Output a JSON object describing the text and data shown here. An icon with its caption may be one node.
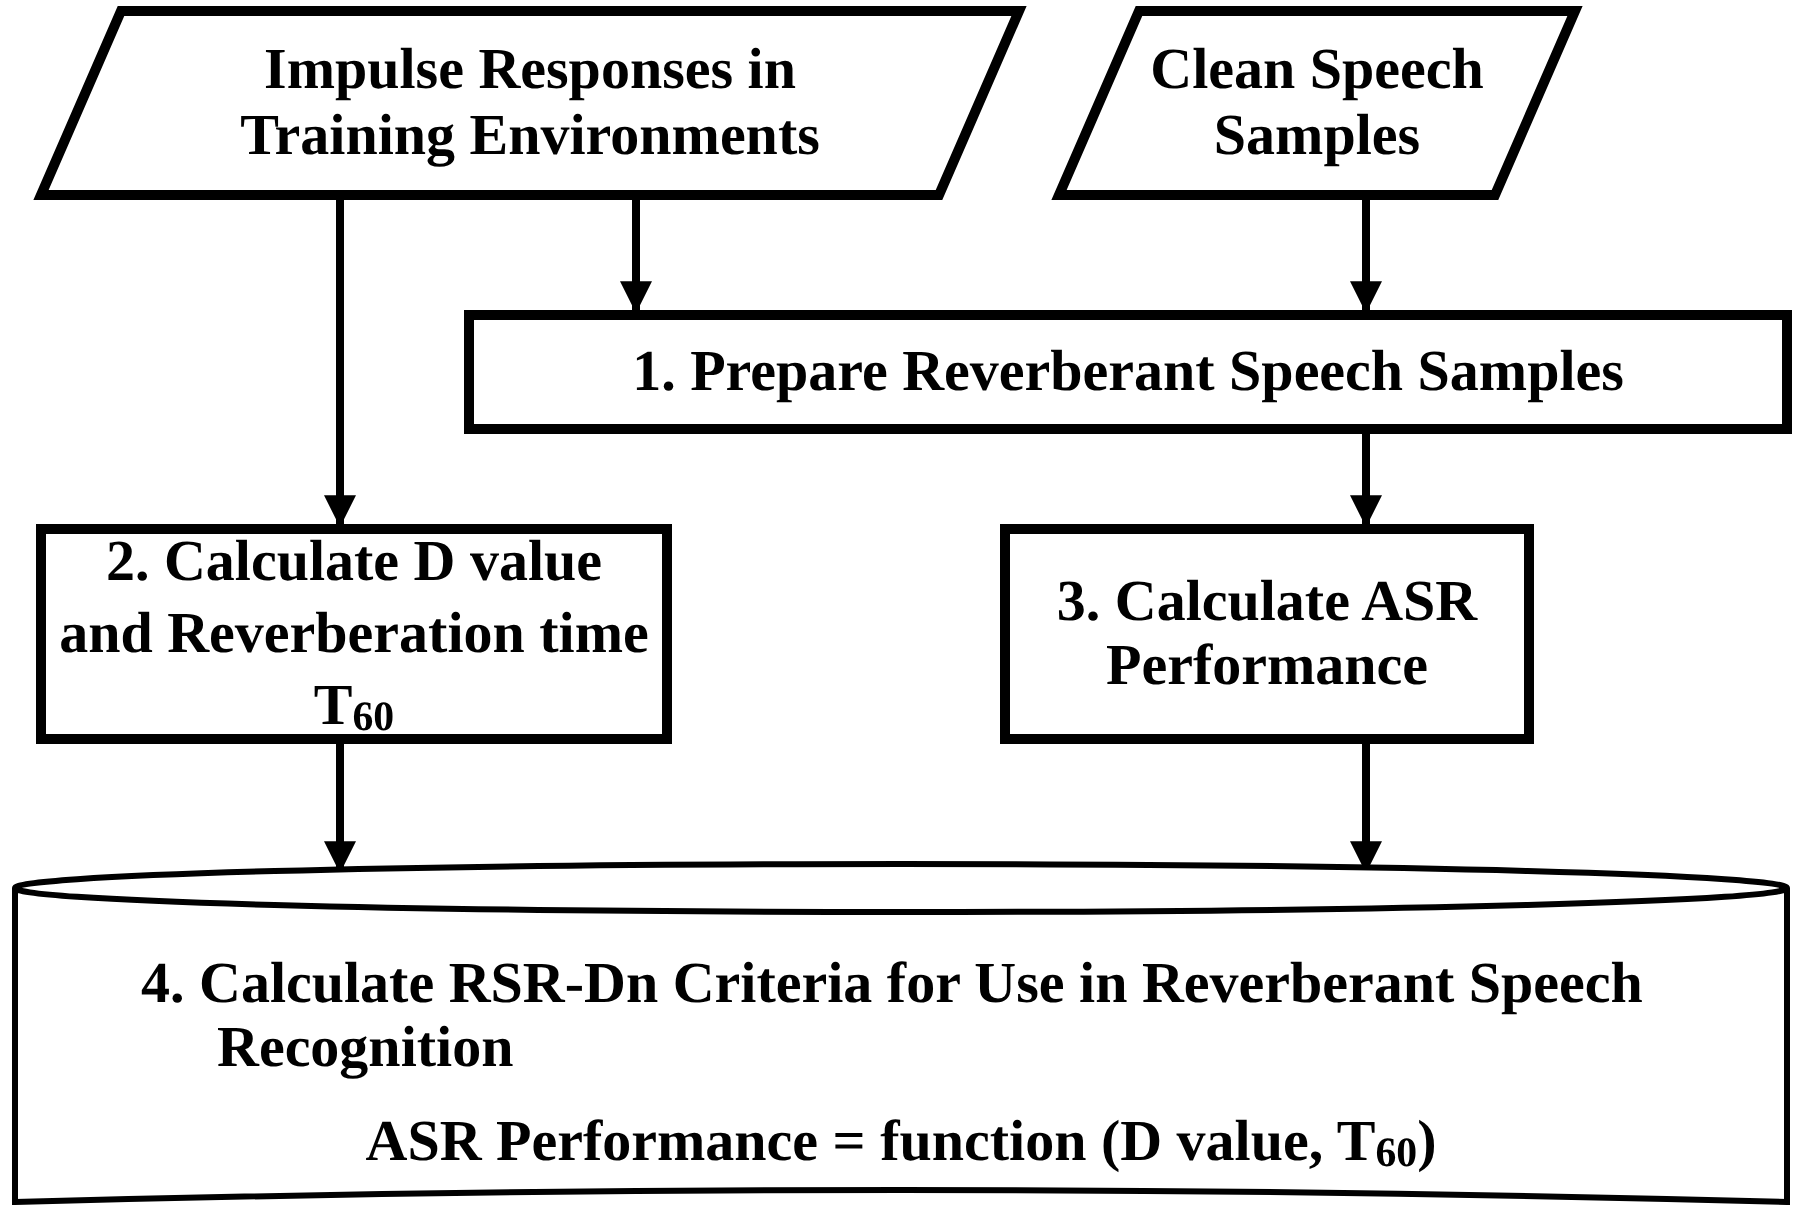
{
  "diagram": {
    "nodes": [
      {
        "text": [
          "Impulse Responses in Training Environments"
        ]
      },
      {
        "text": [
          "Clean Speech Samples"
        ]
      },
      {
        "text": [
          "1. Prepare Reverberant Speech Samples"
        ]
      },
      {
        "text": [
          "2. Calculate D value and Reverberation time T$_{60}$"
        ]
      },
      {
        "text": [
          "3. Calculate ASR Performance"
        ]
      },
      {
        "text": [
          "4. Calculate RSR-Dn Criteria for Use in Reverberant Speech Recognition",
          "ASR Performance = function (D value, T$_{60}$)"
        ]
      }
    ],
    "edges": [
      {
        "from": 0,
        "to": 2,
        "arrow": "to"
      },
      {
        "from": 1,
        "to": 2,
        "arrow": "to"
      },
      {
        "from": 0,
        "to": 3,
        "arrow": "to"
      },
      {
        "from": 2,
        "to": 4,
        "arrow": "to"
      },
      {
        "from": 3,
        "to": 5,
        "arrow": "to"
      },
      {
        "from": 4,
        "to": 5,
        "arrow": "to"
      }
    ]
  }
}
